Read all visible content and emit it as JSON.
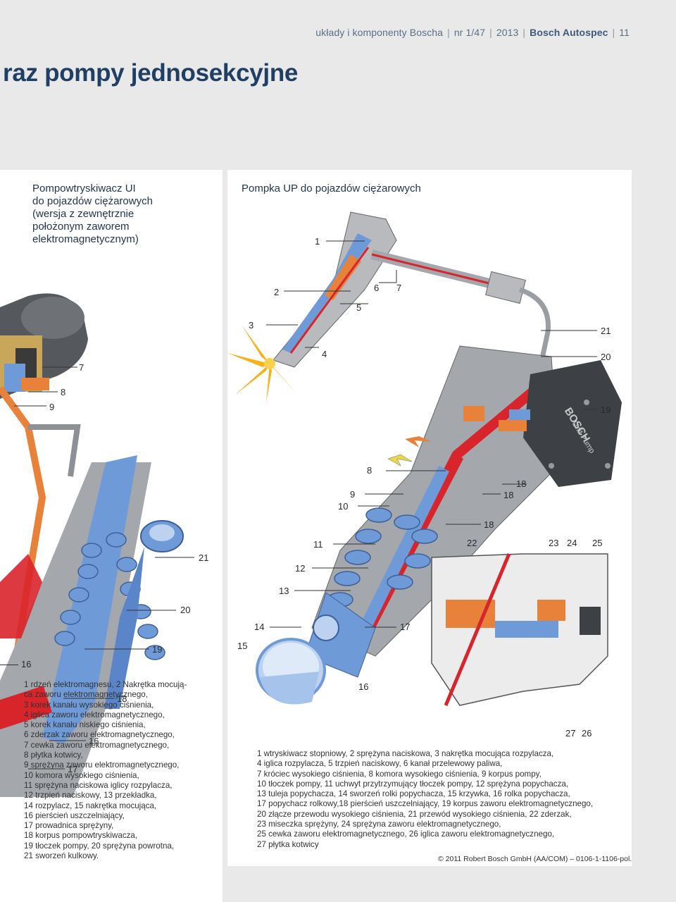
{
  "header": {
    "section": "układy i komponenty Boscha",
    "issue": "nr 1/47",
    "year": "2013",
    "magazine": "Bosch Autospec",
    "page": "11"
  },
  "title": "raz pompy jednosekcyjne",
  "left_panel": {
    "title": "Pompowtryskiwacz UI\ndo pojazdów ciężarowych\n(wersja z zewnętrznie\npołożonym zaworem\nelektromagnetycznym)",
    "labels": [
      "7",
      "8",
      "9",
      "21",
      "20",
      "19",
      "18",
      "16",
      "17",
      "16",
      "16"
    ],
    "legend": "1 rdzeń elektromagnesu, 2 Nakrętka mocują-\n   ca zaworu elektromagnetycznego,\n3 korek kanału wysokiego ciśnienia,\n4 iglica zaworu elektromagnetycznego,\n5 korek kanału niskiego ciśnienia,\n6 zderzak zaworu elektromagnetycznego,\n7 cewka zaworu elektromagnetycznego,\n8 płytka kotwicy,\n9 sprężyna zaworu elektromagnetycznego,\n10 komora wysokiego ciśnienia,\n11 sprężyna naciskowa iglicy rozpylacza,\n12 trzpień naciskowy, 13 przekładka,\n14 rozpylacz, 15 nakrętka mocująca,\n16 pierścień uszczelniający,\n17 prowadnica sprężyny,\n18 korpus pompowtryskiwacza,\n19 tłoczek pompy, 20 sprężyna powrotna,\n21 sworzeń kulkowy."
  },
  "right_panel": {
    "title": "Pompka UP do pojazdów ciężarowych",
    "labels": [
      "1",
      "2",
      "6",
      "7",
      "5",
      "3",
      "4",
      "21",
      "20",
      "19",
      "8",
      "18",
      "9",
      "18",
      "10",
      "18",
      "11",
      "22",
      "23",
      "24",
      "25",
      "12",
      "13",
      "14",
      "17",
      "15",
      "16",
      "27",
      "26"
    ],
    "brand_text": [
      "BOSCH",
      "Unit Pump"
    ],
    "legend": "1 wtryskiwacz stopniowy, 2 sprężyna naciskowa, 3 nakrętka mocująca rozpylacza,\n4 iglica rozpylacza, 5 trzpień naciskowy, 6 kanał przelewowy paliwa,\n7 króciec wysokiego ciśnienia, 8 komora wysokiego ciśnienia, 9 korpus pompy,\n10 tłoczek pompy, 11 uchwyt przytrzymujący tłoczek pompy, 12 sprężyna popychacza,\n13 tuleja popychacza, 14 sworzeń rolki popychacza, 15 krzywka, 16 rolka popychacza,\n17 popychacz rolkowy,18 pierścień uszczelniający, 19 korpus zaworu elektromagnetycznego,\n20 złącze przewodu wysokiego ciśnienia, 21 przewód wysokiego ciśnienia, 22 zderzak,\n23 miseczka sprężyny, 24 sprężyna zaworu elektromagnetycznego,\n25 cewka zaworu elektromagnetycznego, 26 iglica zaworu elektromagnetycznego,\n27 płytka kotwicy",
    "copyright": "© 2011 Robert Bosch GmbH (AA/COM) – 0106-1-1106-pol."
  },
  "colors": {
    "title_blue": "#1f3f64",
    "header_blue": "#5a6f86",
    "diagram_blue": "#6f9ad8",
    "diagram_orange": "#e8823a",
    "diagram_red": "#d8242b",
    "diagram_gray": "#8d9094",
    "background": "#e9e9ea"
  }
}
